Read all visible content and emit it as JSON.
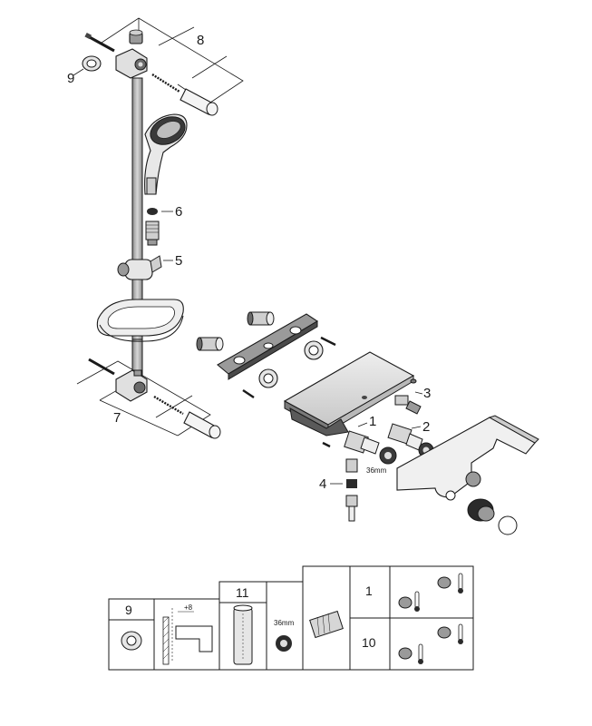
{
  "callouts": {
    "c1": "1",
    "c2": "2",
    "c3": "3",
    "c4": "4",
    "c5": "5",
    "c6": "6",
    "c7": "7",
    "c8": "8",
    "c9": "9"
  },
  "dims": {
    "wrench_36": "36mm"
  },
  "table": {
    "cell_9": "9",
    "offset": "+8",
    "cell_11": "11",
    "wrench_36": "36mm",
    "cell_1": "1",
    "cell_10": "10"
  },
  "colors": {
    "line": "#1a1a1a",
    "light_gray": "#d9d9d9",
    "mid_gray": "#9a9a9a",
    "dark": "#2b2b2b"
  }
}
